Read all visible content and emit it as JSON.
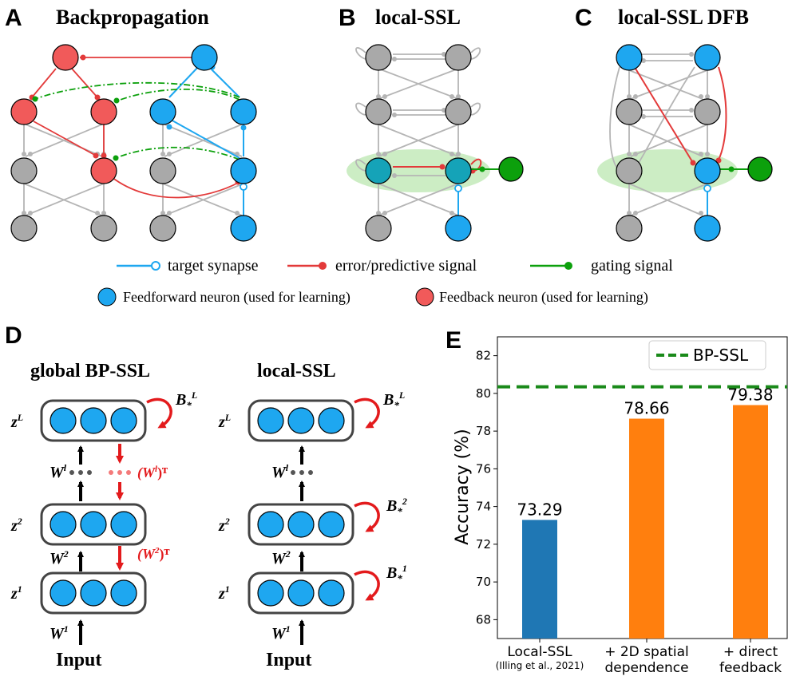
{
  "panels": {
    "A": {
      "letter": "A",
      "title": "Backpropagation"
    },
    "B": {
      "letter": "B",
      "title": "local-SSL"
    },
    "C": {
      "letter": "C",
      "title": "local-SSL DFB"
    },
    "D": {
      "letter": "D",
      "left_title": "global BP-SSL",
      "right_title": "local-SSL"
    },
    "E": {
      "letter": "E"
    }
  },
  "legend": {
    "target_synapse": "target synapse",
    "error_signal": "error/predictive signal",
    "gating_signal": "gating signal",
    "feedforward_neuron": "Feedforward neuron (used for learning)",
    "feedback_neuron": "Feedback neuron (used for learning)"
  },
  "diagram_d": {
    "input": "Input",
    "z1": "z",
    "z1_sup": "1",
    "z2": "z",
    "z2_sup": "2",
    "zL": "z",
    "zL_sup": "L",
    "w1": "W",
    "w1_sup": "1",
    "w2": "W",
    "w2_sup": "2",
    "wl": "W",
    "wl_sup": "l",
    "w2t": "(W",
    "w2t_sup": "2",
    "w2t_end": ")ᵀ",
    "wlt": "(W",
    "wlt_sup": "l",
    "wlt_end": ")ᵀ",
    "b": "B",
    "b_sub": "*",
    "bL_sup": "L",
    "b2_sup": "2",
    "b1_sup": "1"
  },
  "colors": {
    "feedforward": "#1ea7f0",
    "feedback": "#f15a5a",
    "grey_neuron": "#a9a9a9",
    "teal_neuron": "#15a3b8",
    "gating": "#0ca00c",
    "error_line": "#e33a3a",
    "target_line": "#1ea7f0",
    "bar_blue": "#1f77b4",
    "bar_orange": "#ff7f0e",
    "bp_line": "#1a8a1a"
  },
  "chart_data": {
    "type": "bar",
    "categories": [
      "Local-SSL",
      "+ 2D spatial dependence",
      "+ direct feedback"
    ],
    "category_lines": [
      [
        "Local-SSL",
        "(Illing et al., 2021)"
      ],
      [
        "+ 2D spatial",
        "dependence"
      ],
      [
        "+ direct",
        "feedback"
      ]
    ],
    "values": [
      73.29,
      78.66,
      79.38
    ],
    "value_labels": [
      "73.29",
      "78.66",
      "79.38"
    ],
    "ylabel": "Accuracy (%)",
    "ylim": [
      67,
      83
    ],
    "yticks": [
      68,
      70,
      72,
      74,
      76,
      78,
      80,
      82
    ],
    "reference_line": {
      "name": "BP-SSL",
      "value": 80.35,
      "style": "dashed"
    },
    "legend_position": "top-right",
    "grid": false
  }
}
